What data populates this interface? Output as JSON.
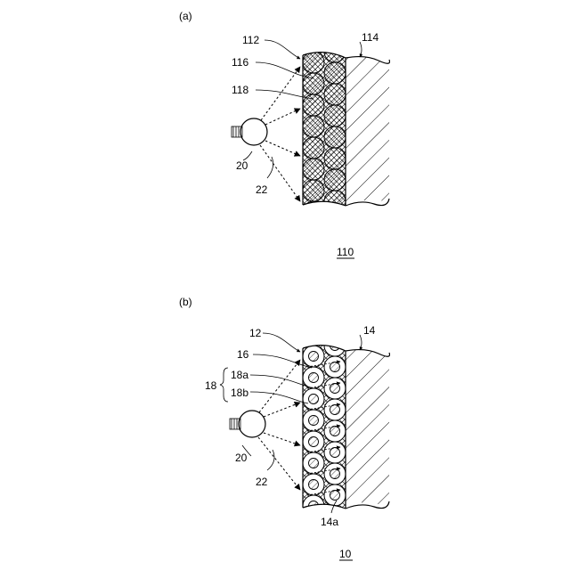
{
  "panel_a": {
    "letter": "(a)",
    "labels": {
      "l112": "112",
      "l114": "114",
      "l116": "116",
      "l118": "118",
      "l20": "20",
      "l22": "22"
    },
    "figure_number": "110"
  },
  "panel_b": {
    "letter": "(b)",
    "labels": {
      "l12": "12",
      "l14": "14",
      "l16": "16",
      "l18": "18",
      "l18a": "18a",
      "l18b": "18b",
      "l20": "20",
      "l22": "22",
      "l14a": "14a"
    },
    "figure_number": "10"
  }
}
